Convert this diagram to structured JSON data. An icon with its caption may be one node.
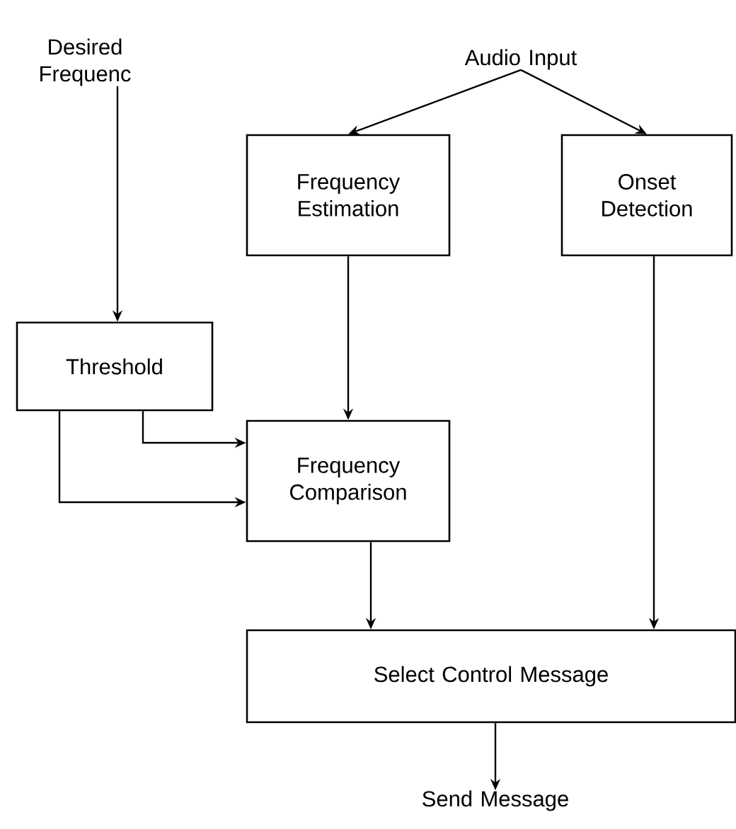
{
  "diagram": {
    "nodes": [
      {
        "text": [
          "Desired Frequenc"
        ]
      },
      {
        "text": [
          "Audio Input"
        ]
      },
      {
        "text": [
          "Frequency Estimation"
        ]
      },
      {
        "text": [
          "Onset Detection"
        ]
      },
      {
        "text": [
          "Threshold"
        ]
      },
      {
        "text": [
          "Frequency Comparison"
        ]
      },
      {
        "text": [
          "Select Control Message"
        ]
      },
      {
        "text": [
          "Send Message"
        ]
      }
    ],
    "edges": [
      {
        "from": 0,
        "to": 4,
        "arrow": "to"
      },
      {
        "from": 1,
        "to": 2,
        "arrow": "to"
      },
      {
        "from": 1,
        "to": 3,
        "arrow": "to"
      },
      {
        "from": 2,
        "to": 5,
        "arrow": "to"
      },
      {
        "from": 4,
        "to": 5,
        "arrow": "to"
      },
      {
        "from": 4,
        "to": 5,
        "arrow": "to"
      },
      {
        "from": 3,
        "to": 6,
        "arrow": "to"
      },
      {
        "from": 5,
        "to": 6,
        "arrow": "to"
      },
      {
        "from": 6,
        "to": 7,
        "arrow": "to"
      }
    ]
  }
}
